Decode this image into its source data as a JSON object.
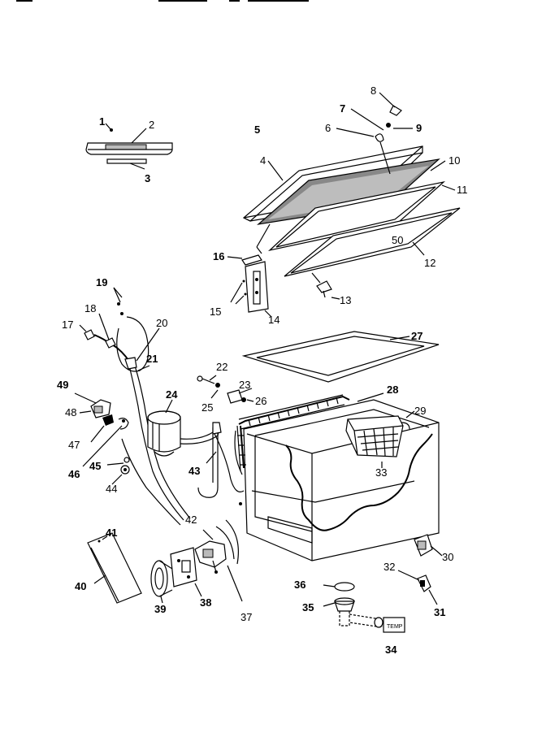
{
  "diagram": {
    "labels": {
      "p1": "1",
      "p2": "2",
      "p3": "3",
      "p4": "4",
      "p5": "5",
      "p6": "6",
      "p7": "7",
      "p8": "8",
      "p9": "9",
      "p10": "10",
      "p11": "11",
      "p12": "12",
      "p13": "13",
      "p14": "14",
      "p15": "15",
      "p16": "16",
      "p17": "17",
      "p18": "18",
      "p19": "19",
      "p20": "20",
      "p21": "21",
      "p22": "22",
      "p23": "23",
      "p24": "24",
      "p25": "25",
      "p26": "26",
      "p27": "27",
      "p28": "28",
      "p29": "29",
      "p30": "30",
      "p31": "31",
      "p32": "32",
      "p33": "33",
      "p34": "34",
      "p35": "35",
      "p36": "36",
      "p37": "37",
      "p38": "38",
      "p39": "39",
      "p40": "40",
      "p41": "41",
      "p42": "42",
      "p43": "43",
      "p44": "44",
      "p45": "45",
      "p46": "46",
      "p47": "47",
      "p48": "48",
      "p49": "49",
      "p50": "50"
    },
    "badge_text": "TEMP"
  }
}
